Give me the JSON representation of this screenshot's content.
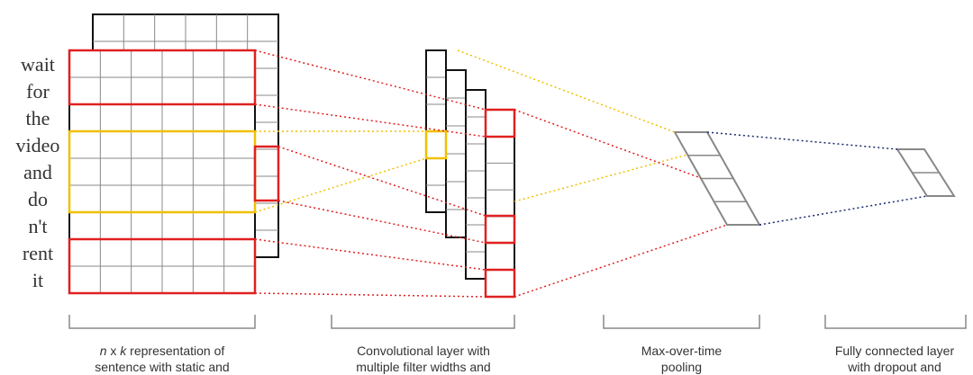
{
  "words": [
    "wait",
    "for",
    "the",
    "video",
    "and",
    "do",
    "n't",
    "rent",
    "it"
  ],
  "captions": {
    "matrix": {
      "n_symbol": "n",
      "x_symbol": " x ",
      "k_symbol": "k",
      "line1_rest": " representation of",
      "line2": "sentence with static and"
    },
    "conv": {
      "line1": "Convolutional layer with",
      "line2": "multiple filter widths and"
    },
    "pool": {
      "line1": "Max-over-time",
      "line2": "pooling"
    },
    "fc": {
      "line1": "Fully connected layer",
      "line2": "with dropout and"
    }
  },
  "colors": {
    "red": "#e02020",
    "yellow": "#f0c000",
    "navy": "#1a2a6c",
    "grid": "#888888",
    "black": "#111111"
  }
}
